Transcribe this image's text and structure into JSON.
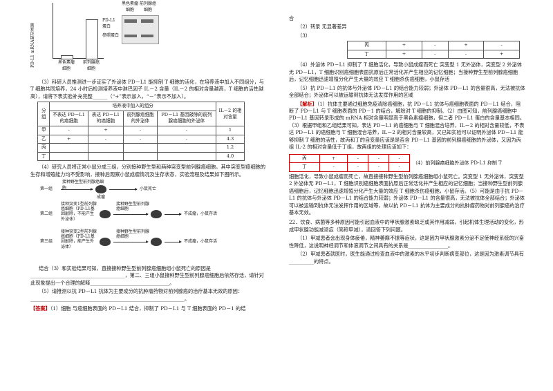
{
  "fig1": {
    "ylabel": "PD-L1 mRNA相对含量",
    "bars": [
      {
        "label": "黑色素瘤细胞",
        "value": 0.08
      },
      {
        "label": "前列腺癌细胞",
        "value": 1.0
      }
    ],
    "blot_cols": [
      "黑色素瘤细胞",
      "前列腺癌细胞"
    ],
    "blot_rows": [
      "PD-L1蛋白",
      "参照蛋白"
    ]
  },
  "q3_text": "（3）科研人员推测进一步证实了外泌体 PD－L1 能抑制 T 细胞的活化，在培养液中加入不同组分，与 T 细胞共同培养，24 小时后检测培养液中淋巴因子 IL－2 含量（IL－2 的相对含量越高，T 细胞的活性越高），请将下表实验补充完整______（“+”表示加入，“－”表示不加入）。",
  "table": {
    "group_header": "分组",
    "span_header": "培养液中加入的组分",
    "il2_header": "IL－2 的相对含量",
    "cols": [
      "不表达 PD－L1 的癌细胞",
      "表达 PD－L1 的癌细胞",
      "前列腺癌细胞的外泌体",
      "PD－L1 基因敲除的前列腺癌细胞的外泌体"
    ],
    "rows": [
      {
        "name": "甲",
        "cells": [
          "-",
          "+",
          "-",
          "-"
        ],
        "il2": "1"
      },
      {
        "name": "乙",
        "cells": [
          "+",
          "-",
          "-",
          "-"
        ],
        "il2": "4.3"
      },
      {
        "name": "丙",
        "cells": [
          "",
          "",
          "",
          ""
        ],
        "il2": "1.2"
      },
      {
        "name": "丁",
        "cells": [
          "",
          "",
          "",
          ""
        ],
        "il2": "4.0"
      }
    ]
  },
  "q4_text": "（4）研究人员将正常小鼠分成三组，分别接种野生型和两种突变型前列腺癌细胞，其中突变型癌细胞的生存和增殖能力均不受影响，接种后观察小鼠成瘤情况及生存状态，实验流程及结果如下图所示。",
  "groups": [
    {
      "name": "第一组",
      "inject": "接种野生型前列腺癌细胞",
      "result": "小鼠死亡",
      "mid": "成瘤"
    },
    {
      "name": "第二组",
      "inject": "接种突变1型前列腺癌细胞（PD-L1基因敲除，不能产生外泌体）",
      "mid": "接种野生型前列腺癌细胞",
      "result": "不成瘤，小鼠存活"
    },
    {
      "name": "第三组",
      "inject": "接种突变2型前列腺癌细胞（PD-L1基因敲除，能产生外泌体）",
      "mid": "接种野生型前列腺癌细胞",
      "result": "不成瘤，小鼠存活"
    }
  ],
  "q4_conclusion": "结合（3）和实验结果可知，直接接种野生型前列腺癌细胞组小鼠死亡的原因是______________________________________，第二、三组小鼠接种野生型前列腺癌细胞后依然存活，请针对此现象提出一个合理的解释________________________________。",
  "q5_text": "（5）请推测以抗 PD－L1 抗体为主要成分的抗肿瘤药物对前列腺癌的治疗基本无效的原因：______________________________________________________________。",
  "answer_label": "【答案】",
  "answer_text": "（1）细胞    与癌细胞表面的 PD－L1 结合，抑制了 PD－L1 与 T 细胞表面的 PD－1 的结",
  "right": {
    "r1": "合",
    "r2": "（2）转录     无显著差异",
    "r3": "（3）",
    "mini_table": [
      [
        "丙",
        "+",
        "-",
        "+",
        "-"
      ],
      [
        "丁",
        "+",
        "-",
        "-",
        "+"
      ]
    ],
    "r4": "（4）外泌体 PD－L1 抑制了 T 细胞活化，导致小鼠成瘤而死亡      突变型 1 无外泌体，突变型 2 外泌体无 PD－L1，T 细胞识别癌细胞表面抗原后正常活化并产生相应的记忆细胞；当接种野生型前列腺癌细胞后，记忆细胞迅速增殖分化产生大量的效应 T 细胞杀伤癌细胞，小鼠存活",
    "r5": "（5）抗 PD－L1 的抗体与外泌体 PD－L1 的结合能力较弱；外泌体 PD－L1 的含量很高，无法被抗体全部结合；外泌体可以被运输到抗体无法发挥作用的区域",
    "jiexi_label": "【解析】",
    "jiexi": "（1）抗体主要通过细胞免疫清除癌细胞，抗 PD－L1 抗体与癌细胞表面的 PD－L1 结合，阻断了 PD－L1 与 T 细胞表面的 PD－1 的结合，解除对 T 细胞的抑制。（2）由图可知，前列腺癌细胞中 PD－L1 基因转录形成的 mRNA 相对含量明显高于黑色素瘤细胞，但二者 PD－L1 蛋白的含量基本相同。（3）根据甲组和乙组结果可知，表达 PD－L1 的癌细胞与 T 细胞混合培养，IL－2 的相对含量较低，不表达 PD－L1 的癌细胞与 T 细胞混合培养，IL－2 的相对含量较高，又已知实验可以证明外泌体 PD－L1 能够抑制 T 细胞的活性，故丙和丁的自变量应该是是否含 PD－L1 基因的前列腺癌细胞的外泌体，又因为丙组 IL-2 的相对含量低于丁组，故两组的处理应该如下：",
    "table2": [
      [
        "丙",
        "+",
        "-",
        "-",
        "-"
      ],
      [
        "丁",
        "-",
        "-",
        "-",
        "-"
      ]
    ],
    "r6a": "（4）前列腺癌细胞外泌体 PD-L1 抑制 T",
    "r6": "细胞活化，导致小鼠成瘤而死亡，故直接接种野生型前列腺癌细胞组小鼠死亡。突变型 1 无外泌体，突变型 2 外泌体无 PD－L1，T 细胞识别癌细胞表面抗原后正常活化并产生相应的记忆细胞；当接种野生型前列腺癌细胞后，记忆细胞迅速增殖分化产生大量的效应 T 细胞杀伤癌细胞，小鼠存活。（5）可能是由于抗 PD－L1 的抗体与外泌体 PD－L1 的结合能力较弱；外泌体 PD－L1 的含量很高，无法被抗体全部结合；外泌体可以被运输到抗体无法发挥作用的区域等，故以抗 PD－L1 抗体为主要成分的抗肿瘤药物对前列腺癌的治疗基本无效。",
    "q22": "22．饮食、病菌等多种原因可能引起血液中的甲状腺激素缺乏或其作用减弱，引起机体生理活动的变化，形成甲状腺功能减退症（简称甲减），请回答下列问题。",
    "q22_1": "（1）甲减患者会出现身体疲倦，精神萎靡不振等症状，这是因为甲状腺激素分泌不足使神经系统的兴奋性降低，这说明神经调节和体液调节之间具有的关系是________________。",
    "q22_2": "（2）甲减患者就医时，医生能通过检查血液中的激素的水平初步判断病变部位，这是因为激素调节具有__________的特点。"
  }
}
